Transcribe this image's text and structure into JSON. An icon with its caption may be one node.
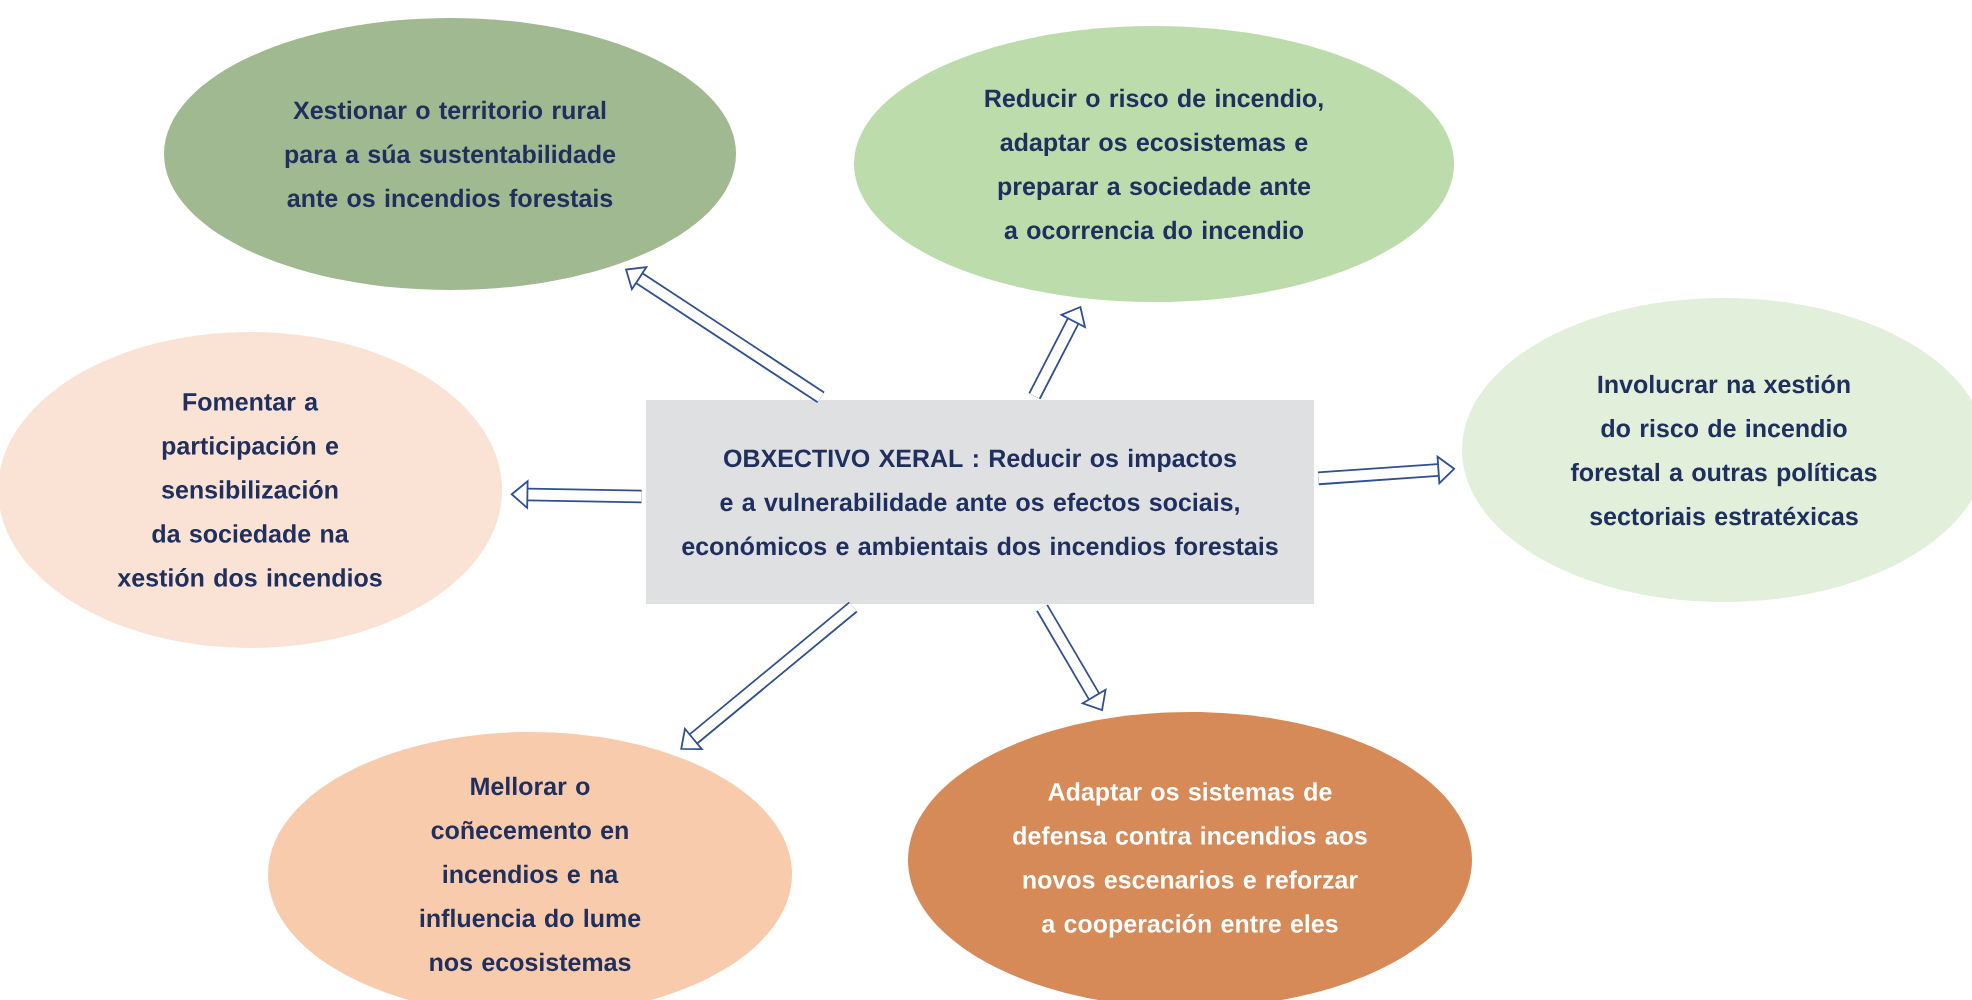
{
  "diagram": {
    "nodes": [
      {
        "text": [
          "Xestionar o territorio rural para a súa sustentabilidade ante os incendios forestais"
        ]
      },
      {
        "text": [
          "Reducir o risco de incendio, adaptar os ecosistemas e preparar a sociedade ante a ocorrencia do incendio"
        ]
      },
      {
        "text": [
          "Fomentar a participación e sensibilización da sociedade na xestión dos incendios"
        ]
      },
      {
        "text": [
          "OBXECTIVO XERAL : Reducir os impactos e a vulnerabilidade ante os efectos sociais, económicos e ambientais dos incendios forestais"
        ]
      },
      {
        "text": [
          "Involucrar na xestión do risco de incendio forestal a outras políticas sectoriais estratéxicas"
        ]
      },
      {
        "text": [
          "Mellorar o coñecemento en incendios e na influencia do lume nos ecosistemas"
        ]
      },
      {
        "text": [
          "Adaptar os sistemas de defensa contra incendios aos novos escenarios e reforzar a cooperación entre eles"
        ]
      }
    ],
    "edges": [
      {
        "from": 3,
        "to": 0,
        "arrow": "to"
      },
      {
        "from": 3,
        "to": 1,
        "arrow": "to"
      },
      {
        "from": 3,
        "to": 2,
        "arrow": "to"
      },
      {
        "from": 3,
        "to": 4,
        "arrow": "to"
      },
      {
        "from": 3,
        "to": 5,
        "arrow": "to"
      },
      {
        "from": 3,
        "to": 6,
        "arrow": "to"
      }
    ]
  }
}
